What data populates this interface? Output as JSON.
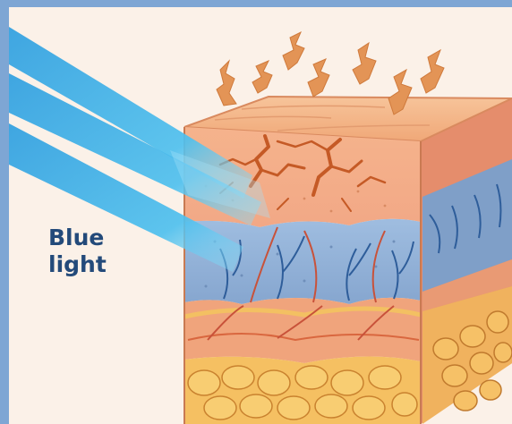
{
  "label": {
    "line1": "Blue",
    "line2": "light"
  },
  "colors": {
    "frame": "#7ea6d4",
    "background": "#fbf1e8",
    "light_beam": "#4db8e8",
    "epidermis": "#f2b48c",
    "crack": "#d4682f",
    "dermis": "#8fb0d6",
    "vessels": "#2e5d9a",
    "fat_layer": "#f3b35a",
    "label_text": "#234a7a"
  },
  "icons": [
    "light-beam",
    "skin-cross-section",
    "crack",
    "blood-vessel",
    "fat-cell"
  ]
}
